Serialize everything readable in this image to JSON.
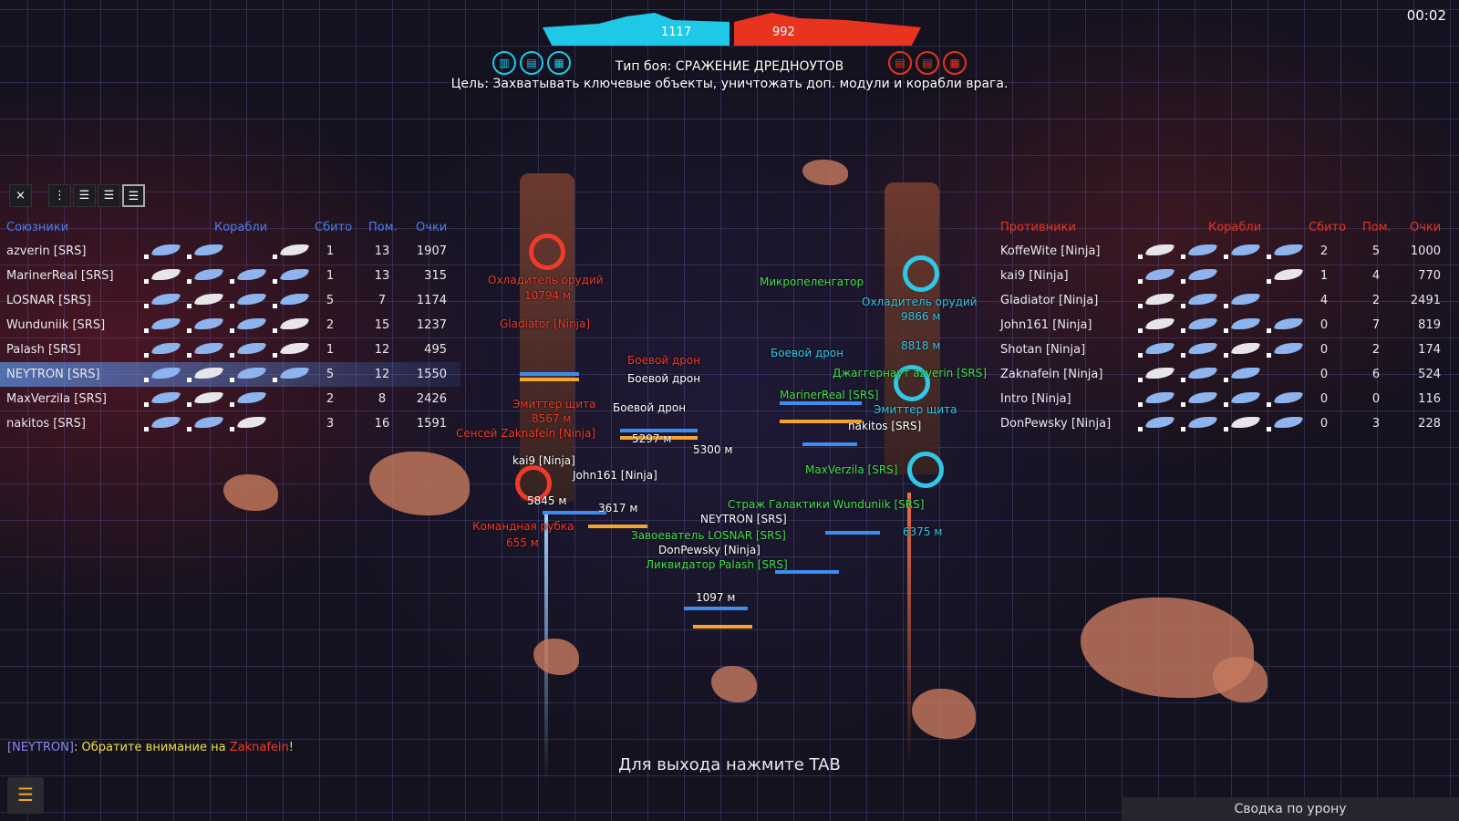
{
  "timer": "00:02",
  "hud": {
    "ally_score": "1117",
    "enemy_score": "992",
    "mode": "Тип боя: СРАЖЕНИЕ ДРЕДНОУТОВ",
    "goal": "Цель: Захватывать ключевые объекты, уничтожать доп. модули и корабли врага.",
    "ally_color": "#20c8e8",
    "enemy_color": "#e8331e"
  },
  "toolbar": {
    "close": "×",
    "views": [
      "⋮",
      "☰",
      "☰",
      "☰"
    ]
  },
  "allies": {
    "header": {
      "title": "Союзники",
      "ships": "Корабли",
      "kills": "Сбито",
      "assists": "Пом.",
      "score": "Очки"
    },
    "color": "#4a7ee8",
    "rows": [
      {
        "name": "azverin [SRS]",
        "ships": [
          "blue",
          "blue",
          "none",
          "white"
        ],
        "kills": "1",
        "assists": "13",
        "score": "1907"
      },
      {
        "name": "MarinerReal [SRS]",
        "ships": [
          "white",
          "blue",
          "blue",
          "blue"
        ],
        "kills": "1",
        "assists": "13",
        "score": "315"
      },
      {
        "name": "LOSNAR [SRS]",
        "ships": [
          "blue",
          "white",
          "blue",
          "blue"
        ],
        "kills": "5",
        "assists": "7",
        "score": "1174"
      },
      {
        "name": "Wunduniik [SRS]",
        "ships": [
          "blue",
          "blue",
          "blue",
          "white"
        ],
        "kills": "2",
        "assists": "15",
        "score": "1237"
      },
      {
        "name": "Palash [SRS]",
        "ships": [
          "blue",
          "blue",
          "blue",
          "white"
        ],
        "kills": "1",
        "assists": "12",
        "score": "495"
      },
      {
        "name": "NEYTRON [SRS]",
        "ships": [
          "blue",
          "white",
          "blue",
          "blue"
        ],
        "kills": "5",
        "assists": "12",
        "score": "1550",
        "selected": true
      },
      {
        "name": "MaxVerzila [SRS]",
        "ships": [
          "blue",
          "white",
          "blue",
          "none"
        ],
        "kills": "2",
        "assists": "8",
        "score": "2426"
      },
      {
        "name": "nakitos [SRS]",
        "ships": [
          "blue",
          "blue",
          "white",
          "none"
        ],
        "kills": "3",
        "assists": "16",
        "score": "1591"
      }
    ]
  },
  "enemies": {
    "header": {
      "title": "Противники",
      "ships": "Корабли",
      "kills": "Сбито",
      "assists": "Пом.",
      "score": "Очки"
    },
    "color": "#e8331e",
    "rows": [
      {
        "name": "KoffeWite [Ninja]",
        "ships": [
          "white",
          "blue",
          "blue",
          "blue"
        ],
        "kills": "2",
        "assists": "5",
        "score": "1000"
      },
      {
        "name": "kai9 [Ninja]",
        "ships": [
          "blue",
          "blue",
          "none",
          "white"
        ],
        "kills": "1",
        "assists": "4",
        "score": "770"
      },
      {
        "name": "Gladiator [Ninja]",
        "ships": [
          "white",
          "blue",
          "blue",
          "none"
        ],
        "kills": "4",
        "assists": "2",
        "score": "2491"
      },
      {
        "name": "John161 [Ninja]",
        "ships": [
          "white",
          "blue",
          "blue",
          "blue"
        ],
        "kills": "0",
        "assists": "7",
        "score": "819"
      },
      {
        "name": "Shotan [Ninja]",
        "ships": [
          "blue",
          "blue",
          "white",
          "blue"
        ],
        "kills": "0",
        "assists": "2",
        "score": "174"
      },
      {
        "name": "Zaknafein [Ninja]",
        "ships": [
          "white",
          "blue",
          "blue",
          "none"
        ],
        "kills": "0",
        "assists": "6",
        "score": "524"
      },
      {
        "name": "Intro [Ninja]",
        "ships": [
          "blue",
          "blue",
          "blue",
          "blue"
        ],
        "kills": "0",
        "assists": "0",
        "score": "116"
      },
      {
        "name": "DonPewsky [Ninja]",
        "ships": [
          "blue",
          "blue",
          "white",
          "blue"
        ],
        "kills": "0",
        "assists": "3",
        "score": "228"
      }
    ]
  },
  "battle_labels": [
    "Охладитель орудий",
    "10794 м",
    "Gladiator [Ninja]",
    "Микропеленгатор",
    "Охладитель орудий",
    "9866 м",
    "Боевой дрон",
    "Боевой дрон",
    "Боевой дрон",
    "Боевой дрон",
    "8818 м",
    "Джаггернаут azverin [SRS]",
    "MarinerReal [SRS]",
    "Эмиттер щита",
    "8567 м",
    "Эмиттер щита",
    "nakitos [SRS]",
    "Сенсей Zaknafein [Ninja]",
    "kai9 [Ninja]",
    "John161 [Ninja]",
    "5297 м",
    "5300 м",
    "MaxVerzila [SRS]",
    "5845 м",
    "3617 м",
    "Командная рубка",
    "Страж Галактики Wunduniik [SRS]",
    "NEYTRON [SRS]",
    "Завоеватель LOSNAR [SRS]",
    "DonPewsky [Ninja]",
    "Ликвидатор Palash [SRS]",
    "1097 м",
    "6375 м",
    "655 м"
  ],
  "chat": {
    "sender": "[NEYTRON]",
    "text": ": Обратите внимание на ",
    "target": "Zaknafein",
    "end": "!"
  },
  "exit_hint": "Для выхода нажмите TAB",
  "damage_summary": "Сводка по урону"
}
